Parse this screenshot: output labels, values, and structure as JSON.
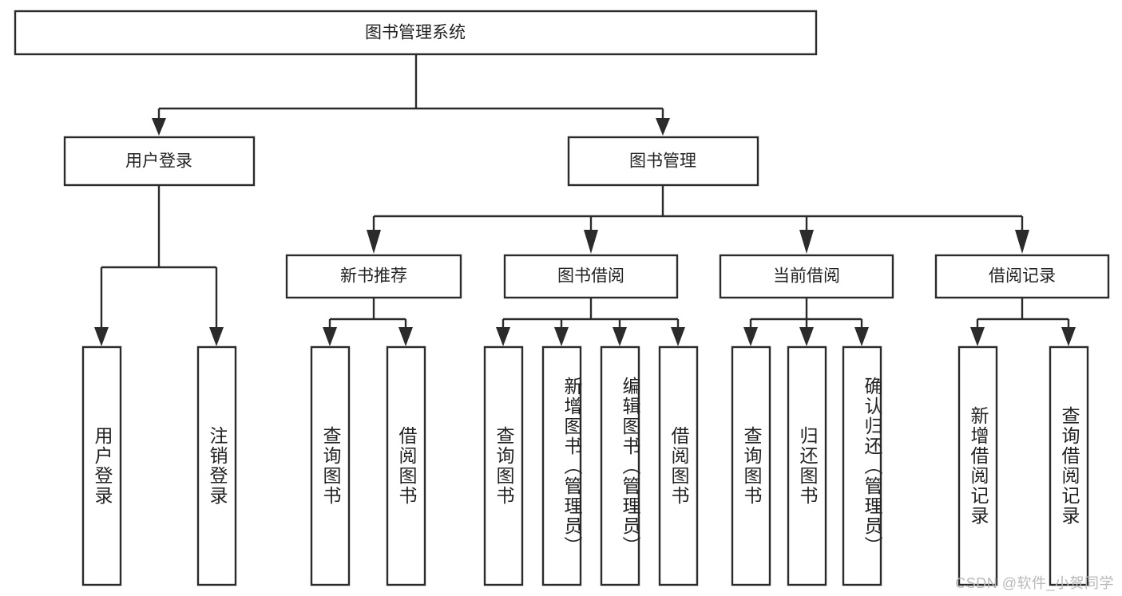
{
  "diagram": {
    "type": "tree-hierarchy-chart",
    "title": "图书管理系统",
    "root": {
      "label": "图书管理系统"
    },
    "level2": [
      {
        "label": "用户登录"
      },
      {
        "label": "图书管理"
      }
    ],
    "level3": [
      {
        "label": "新书推荐"
      },
      {
        "label": "图书借阅"
      },
      {
        "label": "当前借阅"
      },
      {
        "label": "借阅记录"
      }
    ],
    "leaves": {
      "user_login": [
        {
          "label": "用户登录"
        },
        {
          "label": "注销登录"
        }
      ],
      "new_book_recommend": [
        {
          "label": "查询图书"
        },
        {
          "label": "借阅图书"
        }
      ],
      "book_borrow": [
        {
          "label": "查询图书"
        },
        {
          "label": "新增图书（管理员）"
        },
        {
          "label": "编辑图书（管理员）"
        },
        {
          "label": "借阅图书"
        }
      ],
      "current_borrow": [
        {
          "label": "查询图书"
        },
        {
          "label": "归还图书"
        },
        {
          "label": "确认归还（管理员）"
        }
      ],
      "borrow_record": [
        {
          "label": "新增借阅记录"
        },
        {
          "label": "查询借阅记录"
        }
      ]
    },
    "watermark": "CSDN @软件_小贺同学",
    "colors": {
      "stroke": "#2b2b2b",
      "fill": "#ffffff",
      "text": "#222222",
      "watermark": "#b9b9b9"
    }
  }
}
